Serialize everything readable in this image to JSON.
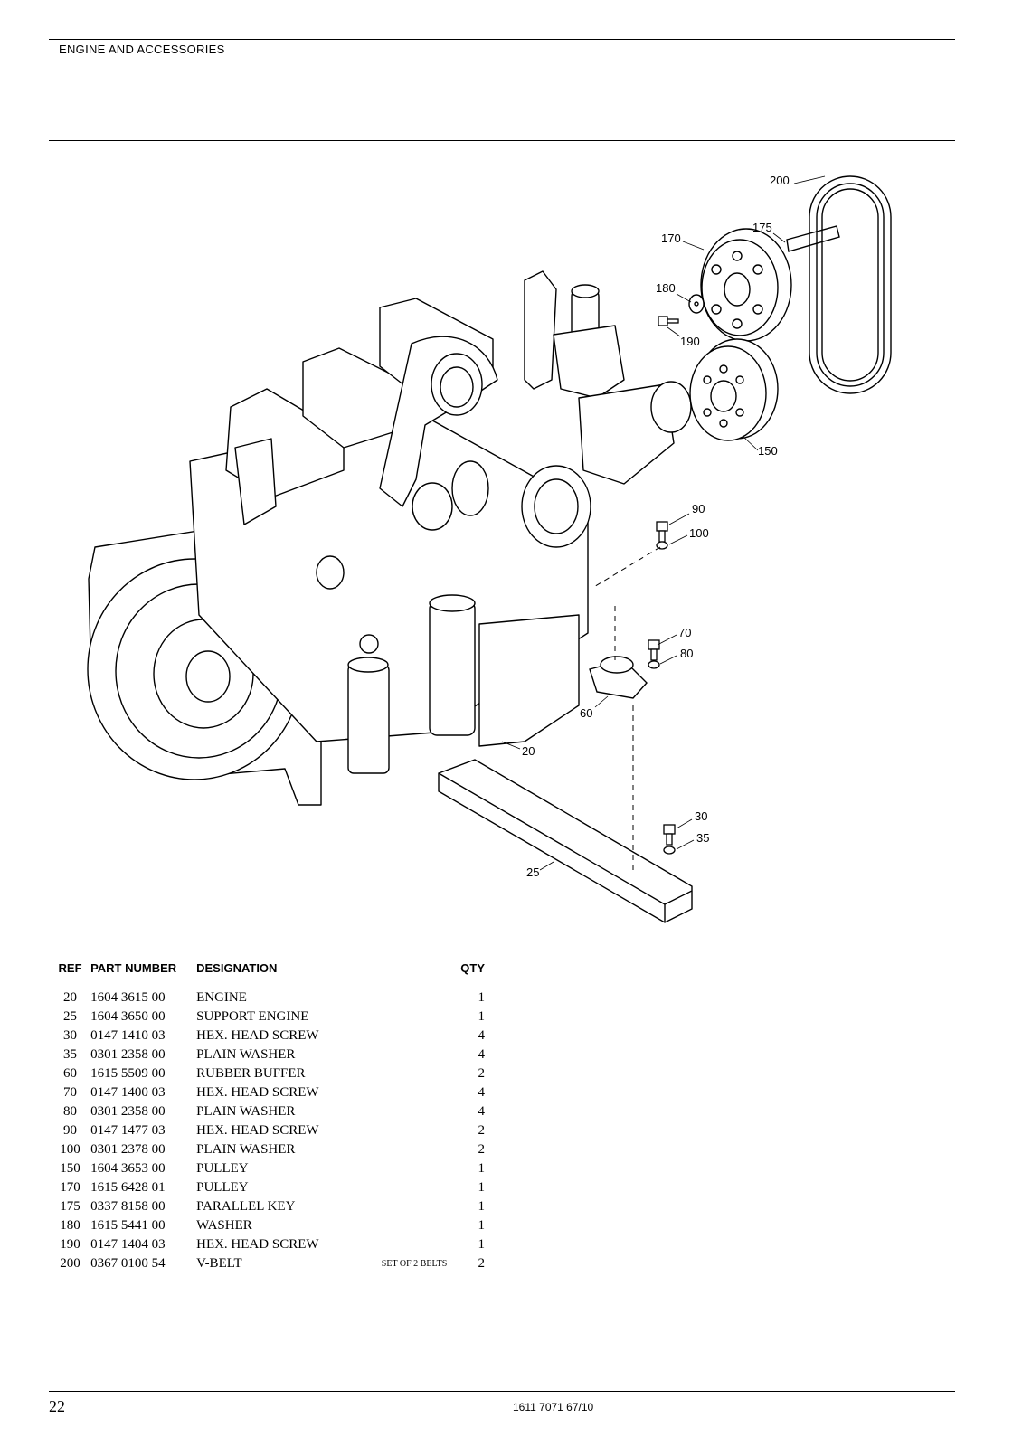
{
  "header": {
    "section_title": "ENGINE AND ACCESSORIES"
  },
  "diagram": {
    "callouts": [
      "200",
      "175",
      "170",
      "180",
      "190",
      "150",
      "90",
      "100",
      "70",
      "80",
      "60",
      "20",
      "30",
      "35",
      "25"
    ]
  },
  "table": {
    "headers": {
      "ref": "REF",
      "part_number": "PART NUMBER",
      "designation": "DESIGNATION",
      "qty": "QTY"
    },
    "rows": [
      {
        "ref": "20",
        "part_number": "1604 3615 00",
        "designation": "ENGINE",
        "note": "",
        "qty": "1"
      },
      {
        "ref": "25",
        "part_number": "1604 3650 00",
        "designation": "SUPPORT ENGINE",
        "note": "",
        "qty": "1"
      },
      {
        "ref": "30",
        "part_number": "0147 1410 03",
        "designation": "HEX. HEAD SCREW",
        "note": "",
        "qty": "4"
      },
      {
        "ref": "35",
        "part_number": "0301 2358 00",
        "designation": "PLAIN WASHER",
        "note": "",
        "qty": "4"
      },
      {
        "ref": "60",
        "part_number": "1615 5509 00",
        "designation": "RUBBER BUFFER",
        "note": "",
        "qty": "2"
      },
      {
        "ref": "70",
        "part_number": "0147 1400 03",
        "designation": "HEX. HEAD SCREW",
        "note": "",
        "qty": "4"
      },
      {
        "ref": "80",
        "part_number": "0301 2358 00",
        "designation": "PLAIN WASHER",
        "note": "",
        "qty": "4"
      },
      {
        "ref": "90",
        "part_number": "0147 1477 03",
        "designation": "HEX. HEAD SCREW",
        "note": "",
        "qty": "2"
      },
      {
        "ref": "100",
        "part_number": "0301 2378 00",
        "designation": "PLAIN WASHER",
        "note": "",
        "qty": "2"
      },
      {
        "ref": "150",
        "part_number": "1604 3653 00",
        "designation": "PULLEY",
        "note": "",
        "qty": "1"
      },
      {
        "ref": "170",
        "part_number": "1615 6428 01",
        "designation": "PULLEY",
        "note": "",
        "qty": "1"
      },
      {
        "ref": "175",
        "part_number": "0337 8158 00",
        "designation": "PARALLEL KEY",
        "note": "",
        "qty": "1"
      },
      {
        "ref": "180",
        "part_number": "1615 5441 00",
        "designation": "WASHER",
        "note": "",
        "qty": "1"
      },
      {
        "ref": "190",
        "part_number": "0147 1404 03",
        "designation": "HEX. HEAD SCREW",
        "note": "",
        "qty": "1"
      },
      {
        "ref": "200",
        "part_number": "0367 0100 54",
        "designation": "V-BELT",
        "note": "SET OF 2 BELTS",
        "qty": "2"
      }
    ]
  },
  "footer": {
    "page_number": "22",
    "document_number": "1611 7071 67/10"
  }
}
